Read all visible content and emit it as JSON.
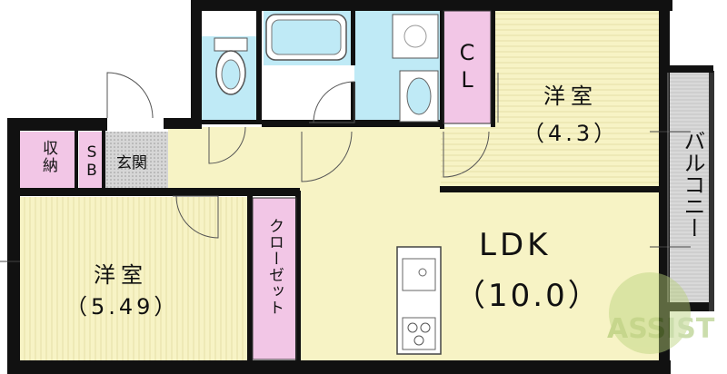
{
  "rooms": {
    "western_small": {
      "name": "洋室",
      "area": "（4.3）"
    },
    "western_large": {
      "name": "洋室",
      "area": "（5.49）"
    },
    "ldk": {
      "name": "LDK",
      "area": "（10.0）"
    },
    "closet_room": {
      "name": "CL"
    },
    "closet": {
      "name": "クローゼット"
    },
    "storage": {
      "name": "収納"
    },
    "shoe_box": {
      "name": "SB"
    },
    "entrance": {
      "name": "玄関"
    },
    "balcony": {
      "name": "バルコニー"
    }
  },
  "watermark": {
    "text": "ASSIST"
  },
  "colors": {
    "room_yellow": "#f7f3c5",
    "closet_pink": "#f2c6e6",
    "wet_area_blue": "#bfeaf6",
    "balcony_gray": "#dcdcdc",
    "wall": "#111111",
    "floor_stripe": "#e6dfa6"
  }
}
